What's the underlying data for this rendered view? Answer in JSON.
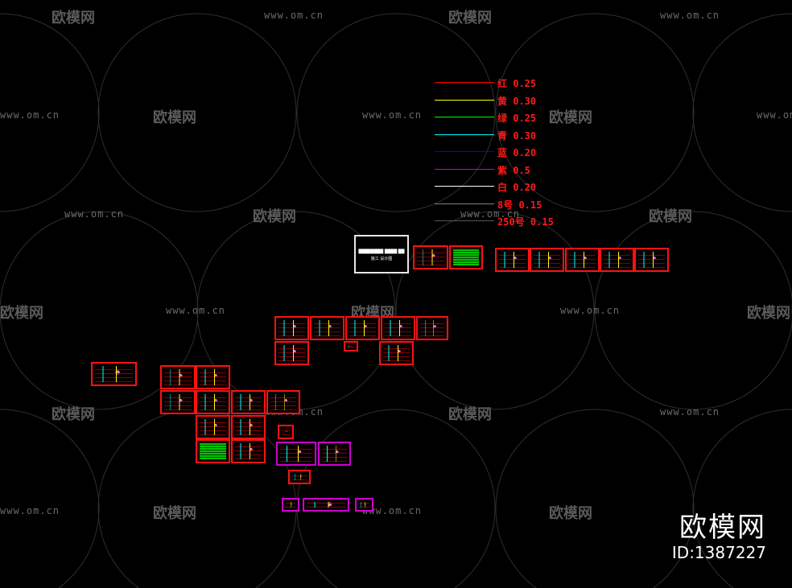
{
  "watermark": {
    "site": "www.om.cn",
    "logo": "欧模网"
  },
  "brand": {
    "name": "欧模网",
    "id": "ID:1387227"
  },
  "legend": [
    {
      "label": "红 0.25",
      "color": "#ff0000"
    },
    {
      "label": "黄 0.30",
      "color": "#ffff00"
    },
    {
      "label": "绿 0.25",
      "color": "#00ff00"
    },
    {
      "label": "青 0.30",
      "color": "#00ffff"
    },
    {
      "label": "蓝 0.20",
      "color": "#0000ff"
    },
    {
      "label": "紫 0.5",
      "color": "#cc00cc"
    },
    {
      "label": "白 0.20",
      "color": "#ffffff"
    },
    {
      "label": "8号 0.15",
      "color": "#808080"
    },
    {
      "label": "250号 0.15",
      "color": "#555555"
    }
  ],
  "cover_sheet": {
    "title": "████████ ████ ██",
    "subtitle": "施工 设计图"
  },
  "colors": {
    "background": "#000000",
    "frame_red": "#ff1111",
    "frame_magenta": "#cc00cc",
    "watermark_gray": "#5a5a5a"
  }
}
